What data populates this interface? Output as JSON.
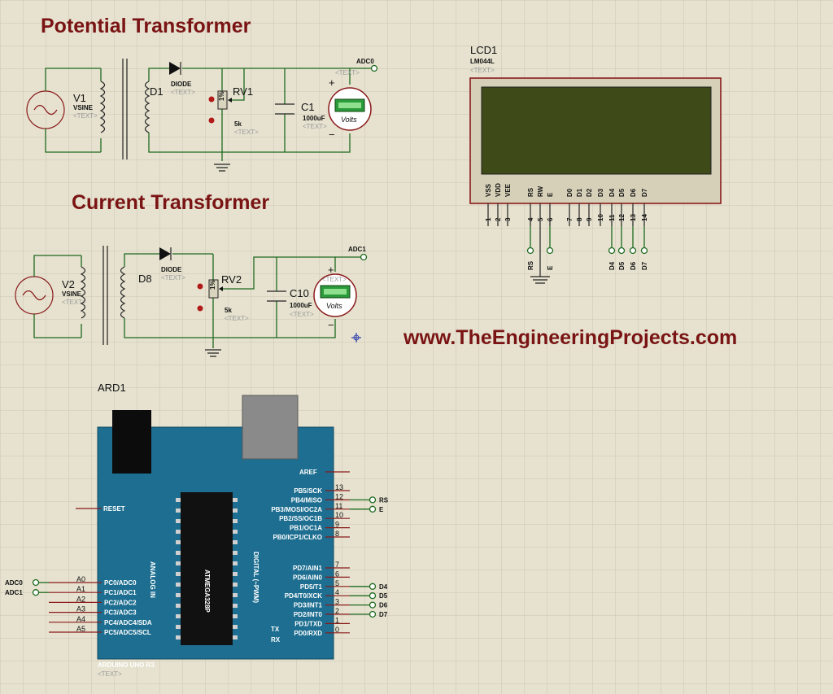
{
  "titles": {
    "potential": "Potential Transformer",
    "current": "Current Transformer",
    "website": "www.TheEngineeringProjects.com"
  },
  "pt": {
    "src": "V1",
    "src_type": "VSINE",
    "src_text": "<TEXT>",
    "diode": "D1",
    "diode_type": "DIODE",
    "diode_text": "<TEXT>",
    "pot": "RV1",
    "pot_val": "5k",
    "pot_text": "<TEXT>",
    "pot_body": "1%",
    "cap": "C1",
    "cap_val": "1000uF",
    "cap_text": "<TEXT>",
    "net": "ADC0",
    "meter": "Volts",
    "meter_text": "<TEXT>"
  },
  "ct": {
    "src": "V2",
    "src_type": "VSINE",
    "src_text": "<TEXT>",
    "diode": "D8",
    "diode_type": "DIODE",
    "diode_text": "<TEXT>",
    "pot": "RV2",
    "pot_val": "5k",
    "pot_text": "<TEXT>",
    "pot_body": "1%",
    "cap": "C10",
    "cap_val": "1000uF",
    "cap_text": "<TEXT>",
    "net": "ADC1",
    "meter": "Volts",
    "meter_text": "<TEXT>"
  },
  "meter_symbols": {
    "plus": "+",
    "minus": "−"
  },
  "lcd": {
    "name": "LCD1",
    "type": "LM044L",
    "text": "<TEXT>",
    "pins": [
      "VSS",
      "VDD",
      "VEE",
      "RS",
      "RW",
      "E",
      "D0",
      "D1",
      "D2",
      "D3",
      "D4",
      "D5",
      "D6",
      "D7"
    ],
    "pin_nums": [
      "1",
      "2",
      "3",
      "4",
      "5",
      "6",
      "7",
      "8",
      "9",
      "10",
      "11",
      "12",
      "13",
      "14"
    ],
    "nets": [
      "RS",
      "E",
      "D4",
      "D5",
      "D6",
      "D7"
    ]
  },
  "ard": {
    "name": "ARD1",
    "type": "ARDUINO UNO R3",
    "text": "<TEXT>",
    "reset": "RESET",
    "aref": "AREF",
    "analog_label": "ANALOG IN",
    "digital_label": "DIGITAL (~PWM)",
    "chip": "ATMEGA328P",
    "analog_pins": [
      {
        "pin": "A0",
        "port": "PC0/ADC0"
      },
      {
        "pin": "A1",
        "port": "PC1/ADC1"
      },
      {
        "pin": "A2",
        "port": "PC2/ADC2"
      },
      {
        "pin": "A3",
        "port": "PC3/ADC3"
      },
      {
        "pin": "A4",
        "port": "PC4/ADC4/SDA"
      },
      {
        "pin": "A5",
        "port": "PC5/ADC5/SCL"
      }
    ],
    "analog_nets": [
      "ADC0",
      "ADC1"
    ],
    "digital_pins": [
      {
        "num": "13",
        "port": "PB5/SCK"
      },
      {
        "num": "12",
        "port": "PB4/MISO"
      },
      {
        "num": "11",
        "port": "PB3/MOSI/OC2A"
      },
      {
        "num": "10",
        "port": "PB2/SS/OC1B"
      },
      {
        "num": "9",
        "port": "PB1/OC1A"
      },
      {
        "num": "8",
        "port": "PB0/ICP1/CLKO"
      },
      {
        "num": "7",
        "port": "PD7/AIN1"
      },
      {
        "num": "6",
        "port": "PD6/AIN0"
      },
      {
        "num": "5",
        "port": "PD5/T1"
      },
      {
        "num": "4",
        "port": "PD4/T0/XCK"
      },
      {
        "num": "3",
        "port": "PD3/INT1"
      },
      {
        "num": "2",
        "port": "PD2/INT0"
      },
      {
        "num": "1",
        "port": "PD1/TXD"
      },
      {
        "num": "0",
        "port": "PD0/RXD"
      }
    ],
    "tx": "TX",
    "rx": "RX",
    "digital_nets": [
      {
        "pin": "12",
        "net": "RS"
      },
      {
        "pin": "11",
        "net": "E"
      },
      {
        "pin": "5",
        "net": "D4"
      },
      {
        "pin": "4",
        "net": "D5"
      },
      {
        "pin": "3",
        "net": "D6"
      },
      {
        "pin": "2",
        "net": "D7"
      }
    ]
  },
  "colors": {
    "background": "#e6e2cf",
    "grid": "#c9c5b3",
    "wire": "#1f6a1f",
    "title": "#7a1414",
    "board": "#1d6e90",
    "lcd_screen": "#3e4a17",
    "meter_display": "#2a9a3a"
  }
}
